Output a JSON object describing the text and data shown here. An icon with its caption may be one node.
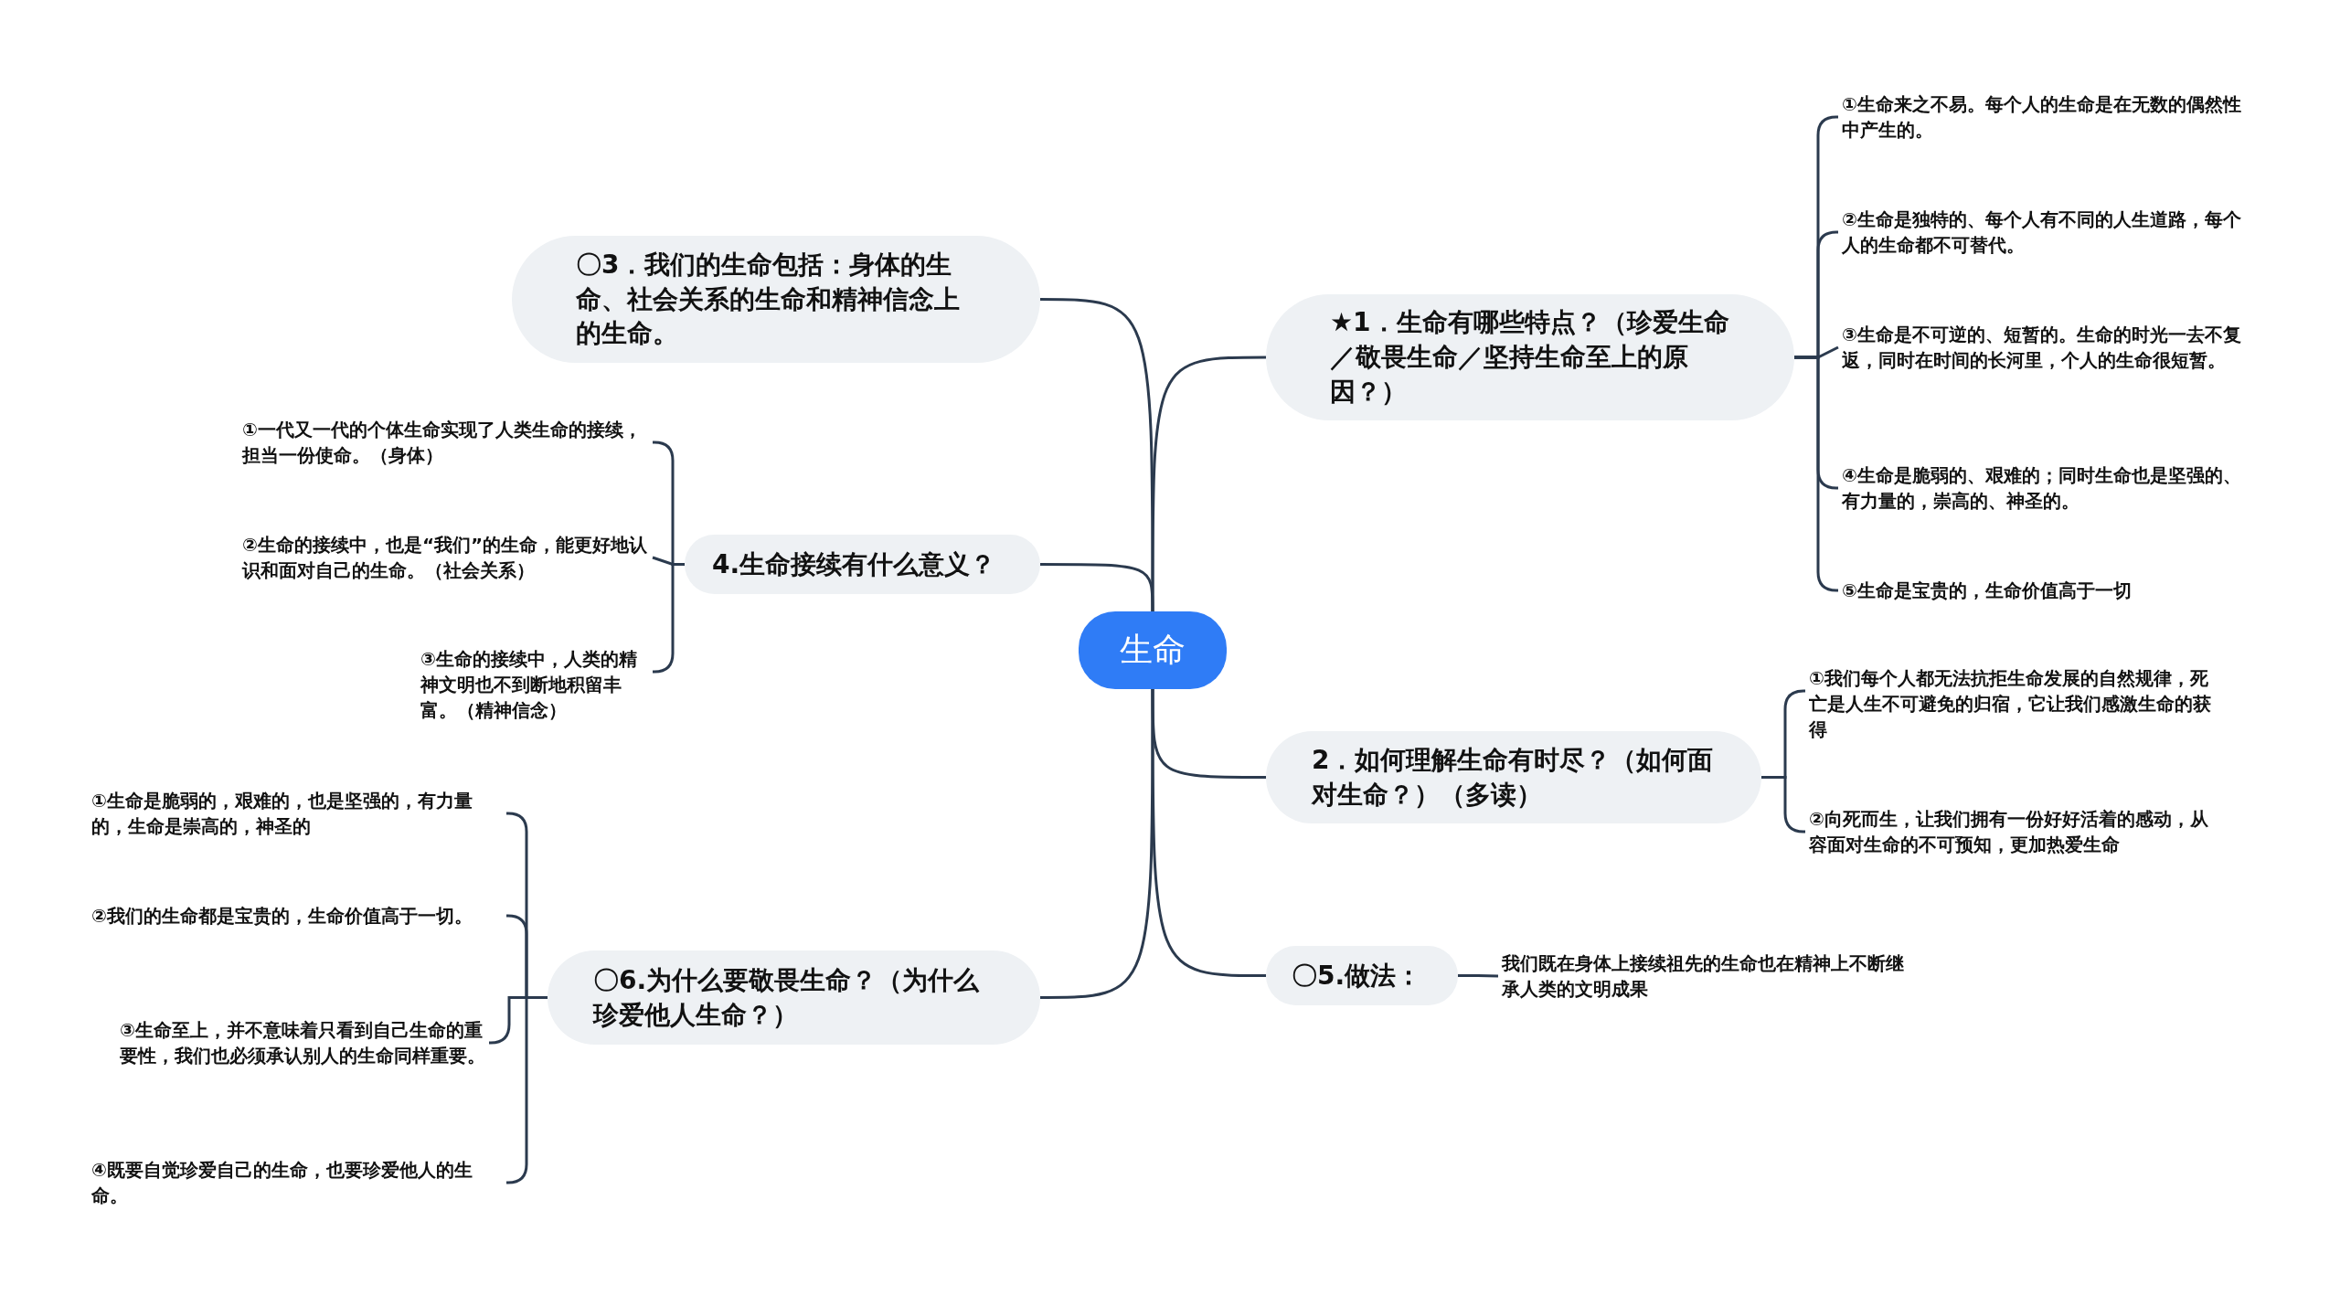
{
  "diagram": {
    "nodes": [
      {
        "text": [
          "生命"
        ]
      },
      {
        "text": [
          "★1．生命有哪些特点？（珍爱生命／敬畏生命／坚持生命至上的原因？）"
        ]
      },
      {
        "text": [
          "①生命来之不易。每个人的生命是在无数的偶然性中产生的。"
        ]
      },
      {
        "text": [
          "②生命是独特的、每个人有不同的人生道路，每个人的生命都不可替代。"
        ]
      },
      {
        "text": [
          "③生命是不可逆的、短暂的。生命的时光一去不复返，同时在时间的长河里，个人的生命很短暂。"
        ]
      },
      {
        "text": [
          "④生命是脆弱的、艰难的；同时生命也是坚强的、有力量的，崇高的、神圣的。"
        ]
      },
      {
        "text": [
          "⑤生命是宝贵的，生命价值高于一切"
        ]
      },
      {
        "text": [
          "2．如何理解生命有时尽？（如何面对生命？）（多读）"
        ]
      },
      {
        "text": [
          "①我们每个人都无法抗拒生命发展的自然规律，死亡是人生不可避免的归宿，它让我们感激生命的获得"
        ]
      },
      {
        "text": [
          "②向死而生，让我们拥有一份好好活着的感动，从容面对生命的不可预知，更加热爱生命"
        ]
      },
      {
        "text": [
          "〇5.做法："
        ]
      },
      {
        "text": [
          "我们既在身体上接续祖先的生命也在精神上不断继承人类的文明成果"
        ]
      },
      {
        "text": [
          "〇3．我们的生命包括：身体的生命、社会关系的生命和精神信念上的生命。"
        ]
      },
      {
        "text": [
          "4.生命接续有什么意义？"
        ]
      },
      {
        "text": [
          "①一代又一代的个体生命实现了人类生命的接续，担当一份使命。（身体）"
        ]
      },
      {
        "text": [
          "②生命的接续中，也是“我们”的生命，能更好地认识和面对自己的生命。（社会关系）"
        ]
      },
      {
        "text": [
          "③生命的接续中，人类的精神文明也不到断地积留丰富。（精神信念）"
        ]
      },
      {
        "text": [
          "〇6.为什么要敬畏生命？（为什么珍爱他人生命？）"
        ]
      },
      {
        "text": [
          "①生命是脆弱的，艰难的，也是坚强的，有力量的，生命是崇高的，神圣的"
        ]
      },
      {
        "text": [
          "②我们的生命都是宝贵的，生命价值高于一切。"
        ]
      },
      {
        "text": [
          "③生命至上，并不意味着只看到自己生命的重要性，我们也必须承认别人的生命同样重要。"
        ]
      },
      {
        "text": [
          "④既要自觉珍爱自己的生命，也要珍爱他人的生命。"
        ]
      }
    ],
    "edges": [
      {
        "from": 0,
        "to": 1,
        "arrow": "none"
      },
      {
        "from": 1,
        "to": 2,
        "arrow": "none"
      },
      {
        "from": 1,
        "to": 3,
        "arrow": "none"
      },
      {
        "from": 1,
        "to": 4,
        "arrow": "none"
      },
      {
        "from": 1,
        "to": 5,
        "arrow": "none"
      },
      {
        "from": 1,
        "to": 6,
        "arrow": "none"
      },
      {
        "from": 0,
        "to": 7,
        "arrow": "none"
      },
      {
        "from": 7,
        "to": 8,
        "arrow": "none"
      },
      {
        "from": 7,
        "to": 9,
        "arrow": "none"
      },
      {
        "from": 0,
        "to": 10,
        "arrow": "none"
      },
      {
        "from": 10,
        "to": 11,
        "arrow": "none"
      },
      {
        "from": 0,
        "to": 12,
        "arrow": "none"
      },
      {
        "from": 0,
        "to": 13,
        "arrow": "none"
      },
      {
        "from": 13,
        "to": 14,
        "arrow": "none"
      },
      {
        "from": 13,
        "to": 15,
        "arrow": "none"
      },
      {
        "from": 13,
        "to": 16,
        "arrow": "none"
      },
      {
        "from": 0,
        "to": 17,
        "arrow": "none"
      },
      {
        "from": 17,
        "to": 18,
        "arrow": "none"
      },
      {
        "from": 17,
        "to": 19,
        "arrow": "none"
      },
      {
        "from": 17,
        "to": 20,
        "arrow": "none"
      },
      {
        "from": 17,
        "to": 21,
        "arrow": "none"
      }
    ]
  }
}
